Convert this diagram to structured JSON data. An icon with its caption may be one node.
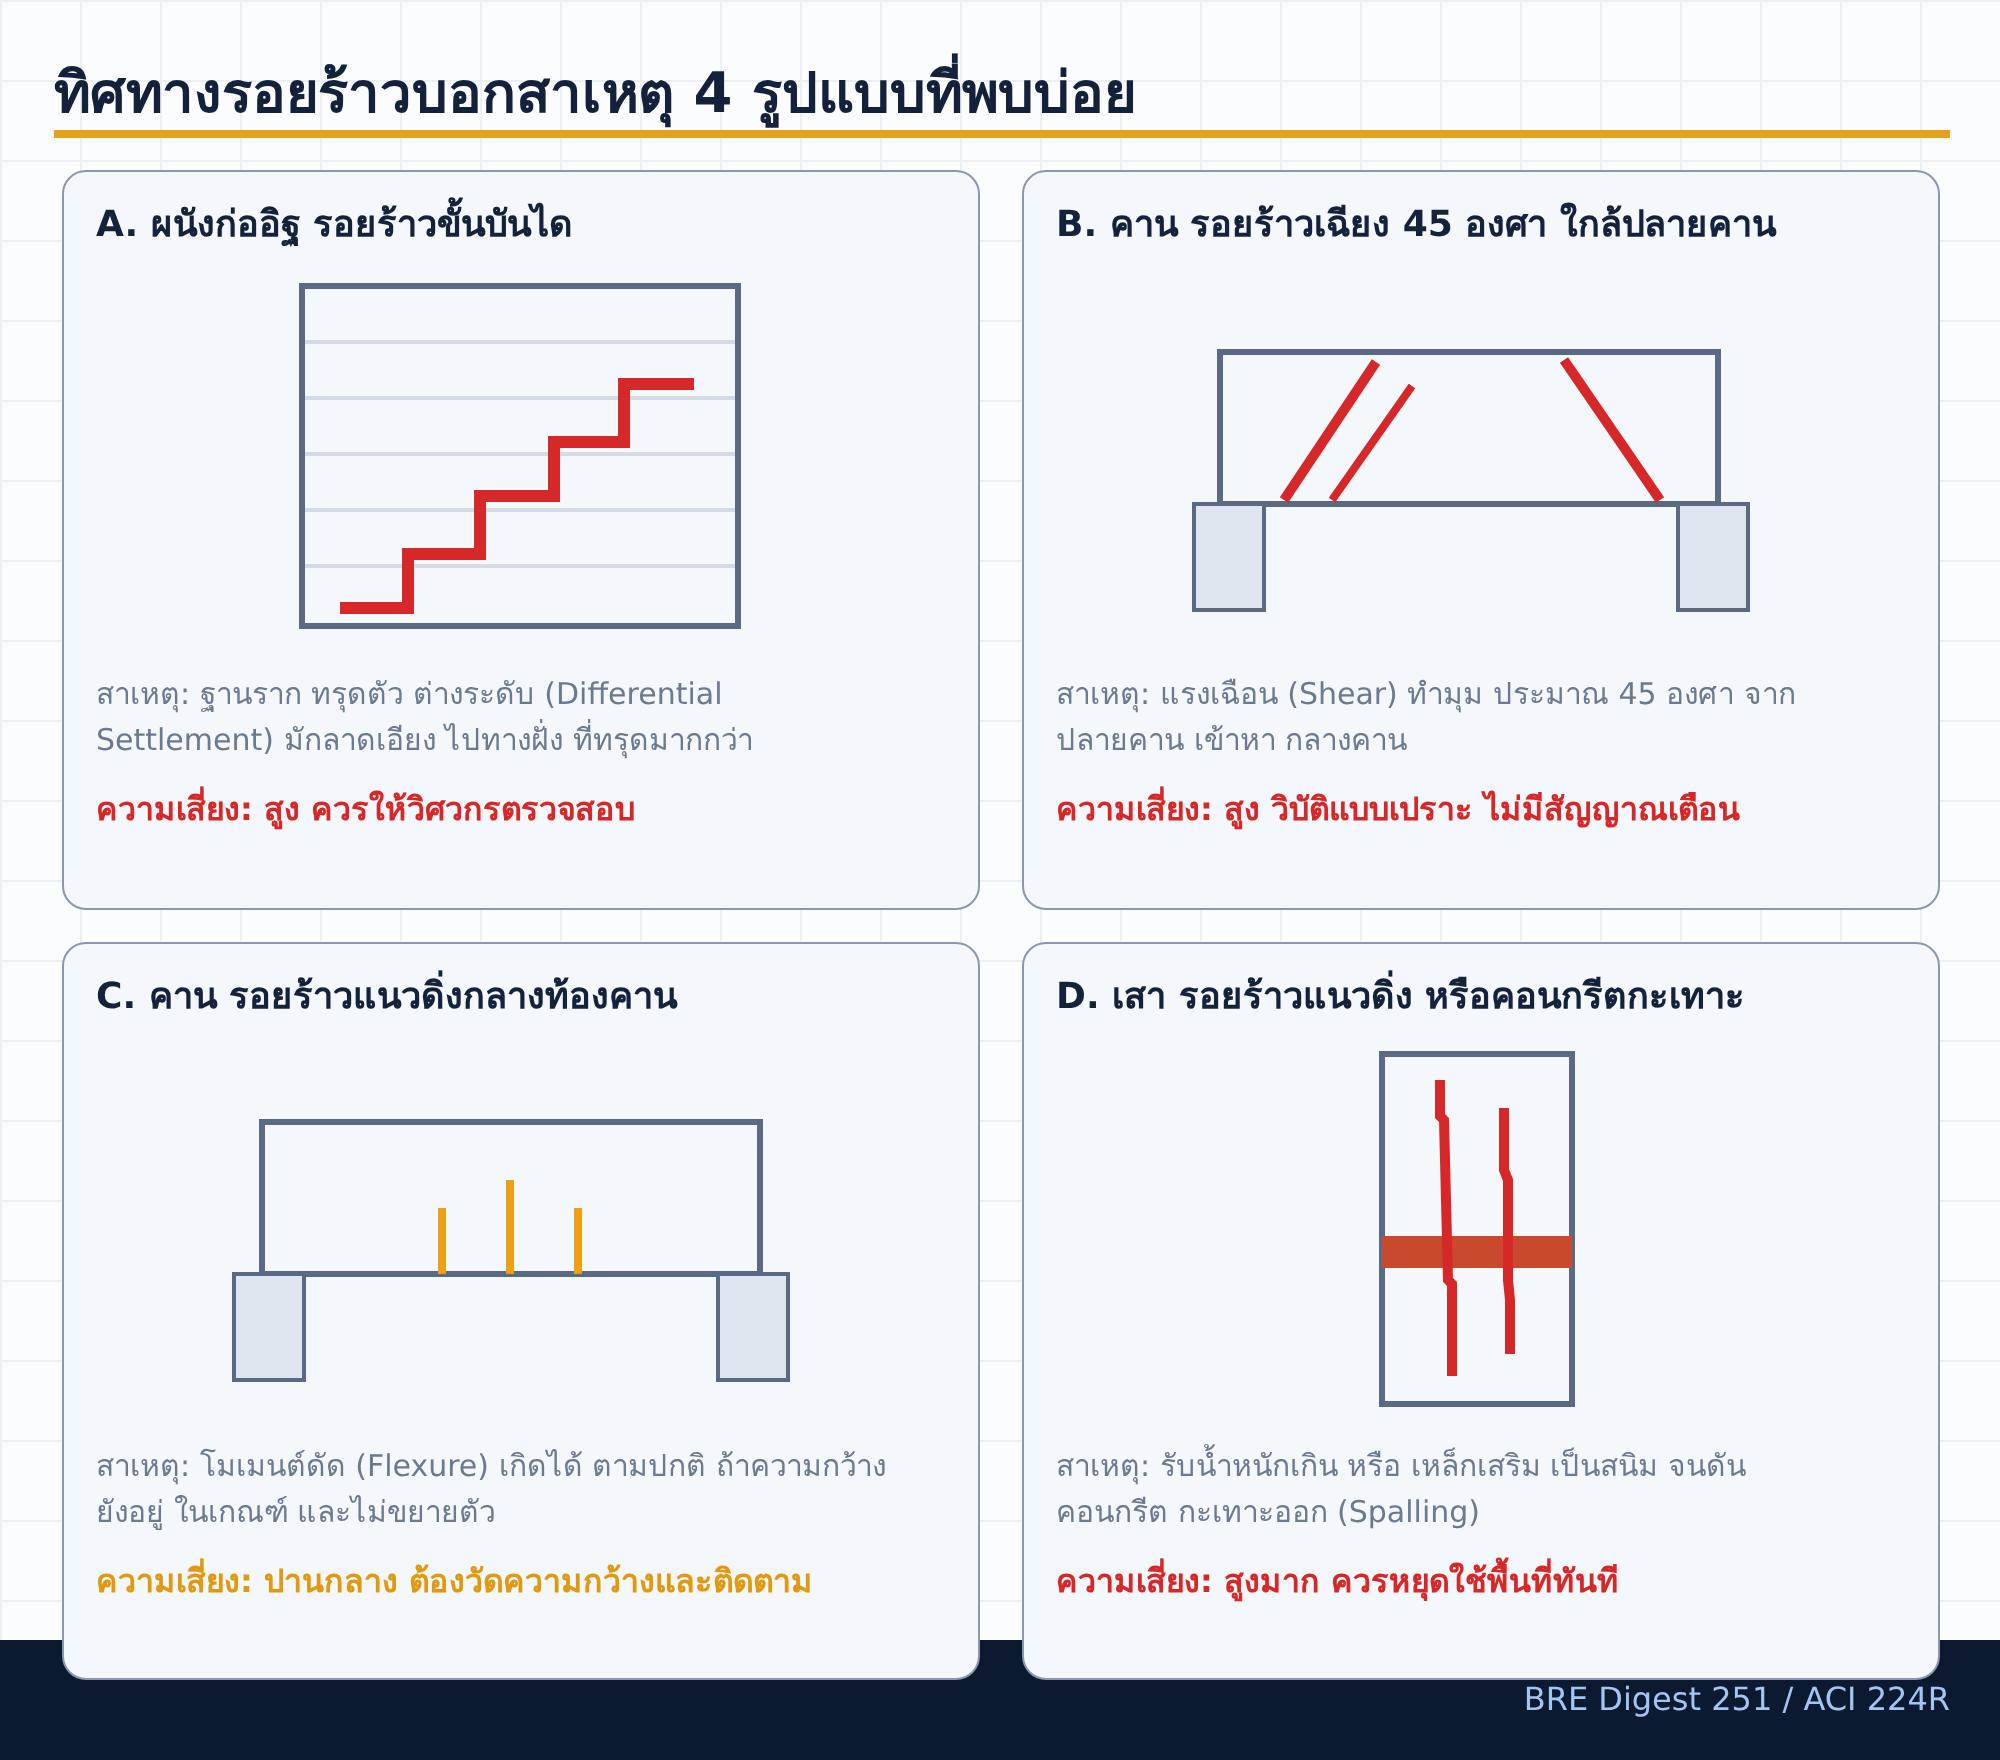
{
  "diagram": {
    "title": "ทิศทางรอยร้าวบอกสาเหตุ 4 รูปแบบที่พบบ่อย",
    "nodes": [
      {
        "text": [
          "A. ผนังก่ออิฐ รอยร้าวขั้นบันได",
          "สาเหตุ: ฐานราก ทรุดตัว ต่างระดับ (Differential Settlement) มักลาดเอียง ไปทางฝั่ง ที่ทรุดมากกว่า",
          "ความเสี่ยง: สูง ควรให้วิศวกรตรวจสอบ"
        ]
      },
      {
        "text": [
          "B. คาน รอยร้าวเฉียง 45 องศา ใกล้ปลายคาน",
          "สาเหตุ: แรงเฉือน (Shear) ทำมุม ประมาณ 45 องศา จากปลายคาน เข้าหา กลางคาน",
          "ความเสี่ยง: สูง วิบัติแบบเปราะ ไม่มีสัญญาณเตือน"
        ]
      },
      {
        "text": [
          "C. คาน รอยร้าวแนวดิ่งกลางท้องคาน",
          "สาเหตุ: โมเมนต์ดัด (Flexure) เกิดได้ ตามปกติ ถ้าความกว้าง ยังอยู่ ในเกณฑ์ และไม่ขยายตัว",
          "ความเสี่ยง: ปานกลาง ต้องวัดความกว้างและติดตาม"
        ]
      },
      {
        "text": [
          "D. เสา รอยร้าวแนวดิ่ง หรือคอนกรีตกะเทาะ",
          "สาเหตุ: รับน้ำหนักเกิน หรือ เหล็กเสริม เป็นสนิม จนดันคอนกรีต กะเทาะออก (Spalling)",
          "ความเสี่ยง: สูงมาก ควรหยุดใช้พื้นที่ทันที"
        ]
      }
    ],
    "labels": [
      "BRE Digest 251 / ACI 224R"
    ]
  }
}
